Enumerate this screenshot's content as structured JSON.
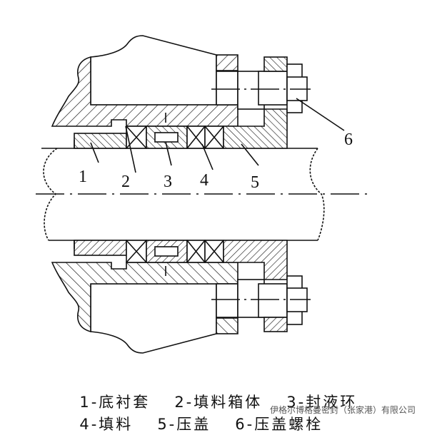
{
  "labels": [
    "1",
    "2",
    "3",
    "4",
    "5",
    "6"
  ],
  "legend": {
    "row1": [
      "1-底衬套",
      "2-填料箱体",
      "3-封液环"
    ],
    "row2": [
      "4-填料",
      "5-压盖",
      "6-压盖螺栓"
    ]
  },
  "watermark": "伊格尔博格曼密封（张家港）有限公司"
}
